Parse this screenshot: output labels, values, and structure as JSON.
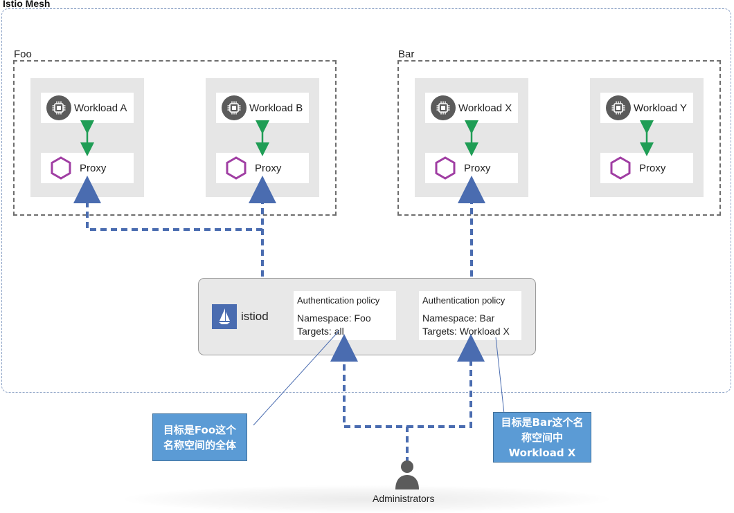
{
  "mesh": {
    "title": "Istio Mesh"
  },
  "namespaces": [
    {
      "label": "Foo",
      "pods": [
        {
          "workload": "Workload A",
          "proxy": "Proxy"
        },
        {
          "workload": "Workload B",
          "proxy": "Proxy"
        }
      ]
    },
    {
      "label": "Bar",
      "pods": [
        {
          "workload": "Workload X",
          "proxy": "Proxy"
        },
        {
          "workload": "Workload Y",
          "proxy": "Proxy"
        }
      ]
    }
  ],
  "istiod": {
    "label": "istiod",
    "policies": [
      {
        "title": "Authentication policy",
        "namespace": "Namespace: Foo",
        "targets": "Targets: all"
      },
      {
        "title": "Authentication policy",
        "namespace": "Namespace: Bar",
        "targets": "Targets: Workload X"
      }
    ]
  },
  "callouts": [
    {
      "line1": "目标是Foo这个",
      "line2": "名称空间的全体"
    },
    {
      "line1": "目标是Bar这个名",
      "line2": "称空间中",
      "line3": "Workload X"
    }
  ],
  "admin": {
    "label": "Administrators"
  },
  "colors": {
    "connector_blue": "#4a6cb0",
    "sidecar_green": "#1f9d55",
    "proxy_purple": "#a03ea3",
    "callout_blue": "#5b9bd5"
  }
}
